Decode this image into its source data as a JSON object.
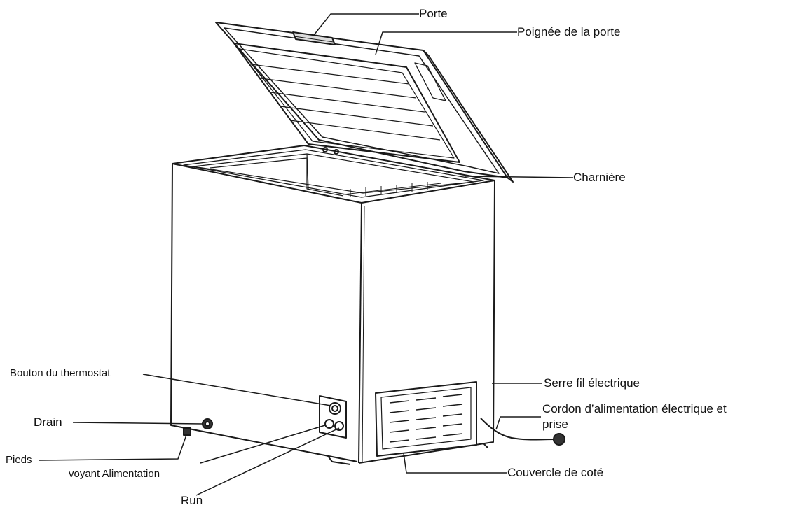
{
  "labels": {
    "door": "Porte",
    "door_handle": "Poignée de la porte",
    "hinge": "Charnière",
    "thermostat_knob": "Bouton du thermostat",
    "power_cord_clamp": "Serre fil électrique",
    "power_cord_line1": "Cordon d’alimentation électrique et",
    "power_cord_line2": "prise",
    "drain": "Drain",
    "feet": "Pieds",
    "power_light": "voyant Alimentation",
    "run_light": "Run",
    "side_cover": "Couvercle de coté"
  },
  "colors": {
    "line": "#1a1a1a",
    "background": "#ffffff"
  }
}
